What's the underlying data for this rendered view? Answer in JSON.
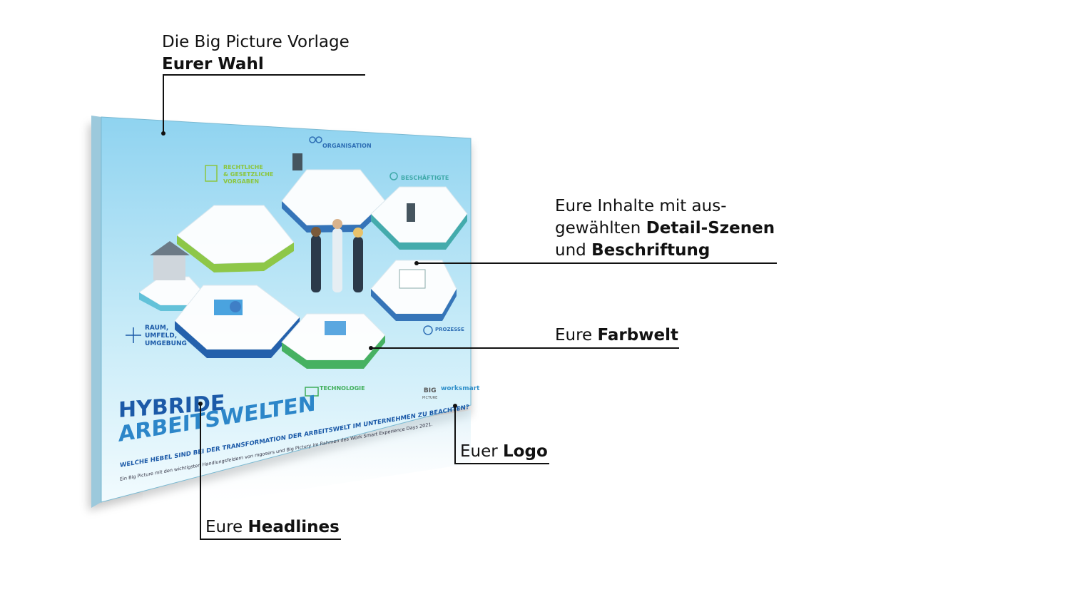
{
  "callouts": {
    "template": {
      "line1": "Die Big Picture Vorlage",
      "line2_bold": "Eurer Wahl"
    },
    "content": {
      "line1": "Eure Inhalte mit aus-",
      "line2_pre": "gewählten ",
      "line2_bold": "Detail-Szenen",
      "line3_pre": "und ",
      "line3_bold": "Beschriftung"
    },
    "colors": {
      "pre": "Eure ",
      "bold": "Farbwelt"
    },
    "logo": {
      "pre": "Euer ",
      "bold": "Logo"
    },
    "headlines": {
      "pre": "Eure ",
      "bold": "Headlines"
    }
  },
  "poster": {
    "title_line1": "HYBRIDE",
    "title_line2": "ARBEITSWELTEN",
    "subtitle": "WELCHE HEBEL SIND BEI DER TRANSFORMATION DER ARBEITSWELT IM UNTERNEHMEN ZU BEACHTEN?",
    "caption": "Ein Big Picture mit den wichtigsten Handlungsfeldern von mgosers und Big Pictury im Rahmen des Work Smart Experience Days 2021.",
    "categories": {
      "organisation": "ORGANISATION",
      "legal_1": "RECHTLICHE",
      "legal_2": "& GESETZLICHE",
      "legal_3": "VORGABEN",
      "employees": "BESCHÄFTIGTE",
      "space_1": "RAUM,",
      "space_2": "UMFELD,",
      "space_3": "UMGEBUNG",
      "processes": "PROZESSE",
      "technology": "TECHNOLOGIE"
    },
    "logos": {
      "big": "BIG",
      "picture": "PICTURE",
      "worksmart": "worksmart"
    }
  },
  "colors": {
    "poster_blue": "#1c5aa8",
    "sky_light": "#e8f6fc",
    "sky": "#8fd3f0",
    "green": "#8cc63f",
    "teal": "#3fa9a9",
    "dark_blue": "#1f4e8c"
  }
}
